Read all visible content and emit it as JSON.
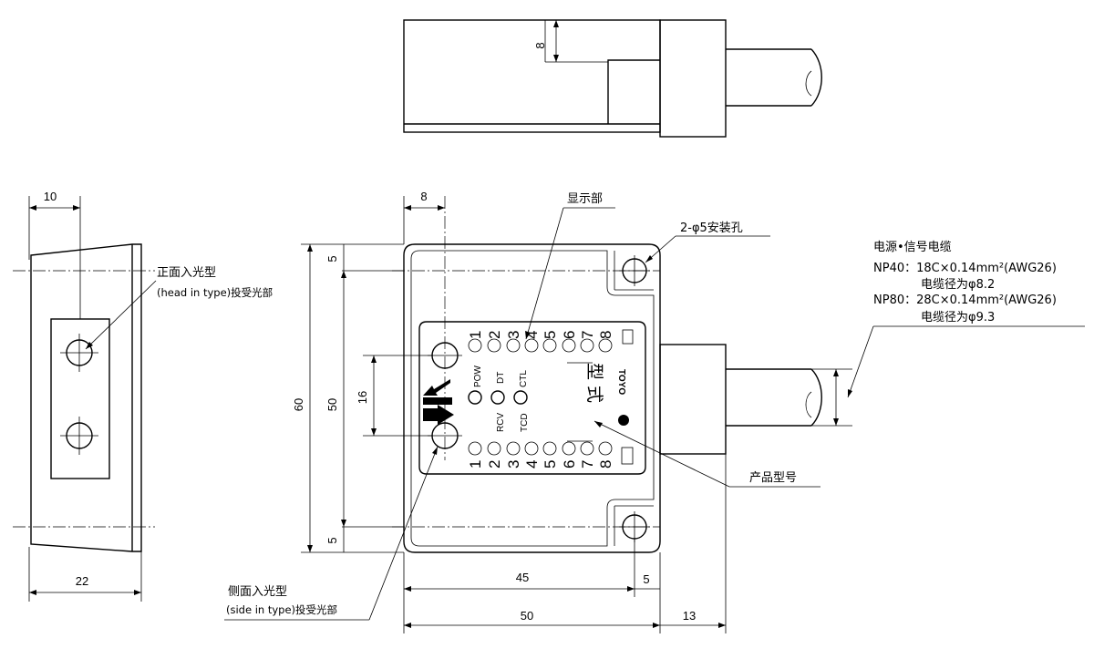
{
  "dimensions": {
    "top_height": "8",
    "side_width_top": "10",
    "side_width_bottom": "22",
    "front_offset": "8",
    "height_total": "60",
    "height_inner": "50",
    "height_margin_top": "5",
    "height_margin_bottom": "5",
    "lens_spacing": "16",
    "width_hole_span": "45",
    "width_margin": "5",
    "width_total": "50",
    "cable_length": "13"
  },
  "labels": {
    "display": "显示部",
    "mount_holes": "2-φ5安装孔",
    "cable_title": "电源•信号电缆",
    "np40_line1": "NP40：18C×0.14mm²(AWG26)",
    "np40_line2": "电缆径为φ8.2",
    "np80_line1": "NP80：28C×0.14mm²(AWG26)",
    "np80_line2": "电缆径为φ9.3",
    "head_type_cn": "正面入光型",
    "head_type_en": "(head in type)投受光部",
    "side_type_cn": "侧面入光型",
    "side_type_en": "(side in type)投受光部",
    "product_model": "产品型号",
    "model_text": "型 式"
  },
  "panel": {
    "top_numbers": [
      "1",
      "2",
      "3",
      "4",
      "5",
      "6",
      "7",
      "8"
    ],
    "bottom_numbers": [
      "1",
      "2",
      "3",
      "4",
      "5",
      "6",
      "7",
      "8"
    ],
    "led_pow": "POW",
    "led_dt": "DT",
    "led_ctl": "CTL",
    "led_rcv": "RCV",
    "led_tcd": "TCD",
    "brand": "TOYO"
  }
}
